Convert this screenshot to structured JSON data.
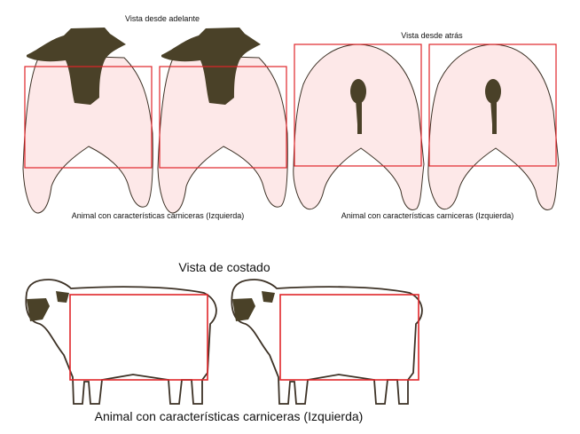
{
  "front_view": {
    "title": "Vista desde adelante",
    "caption": "Animal con características carniceras (Izquierda)"
  },
  "rear_view": {
    "title": "Vista desde atrás",
    "caption": "Animal con características carniceras (Izquierda)"
  },
  "side_view": {
    "title": "Vista de costado",
    "caption": "Animal con características carniceras (Izquierda)"
  },
  "colors": {
    "outline": "#3d3226",
    "fill": "#fde8e8",
    "dark": "#4a4128",
    "frame": "#e0262a"
  }
}
